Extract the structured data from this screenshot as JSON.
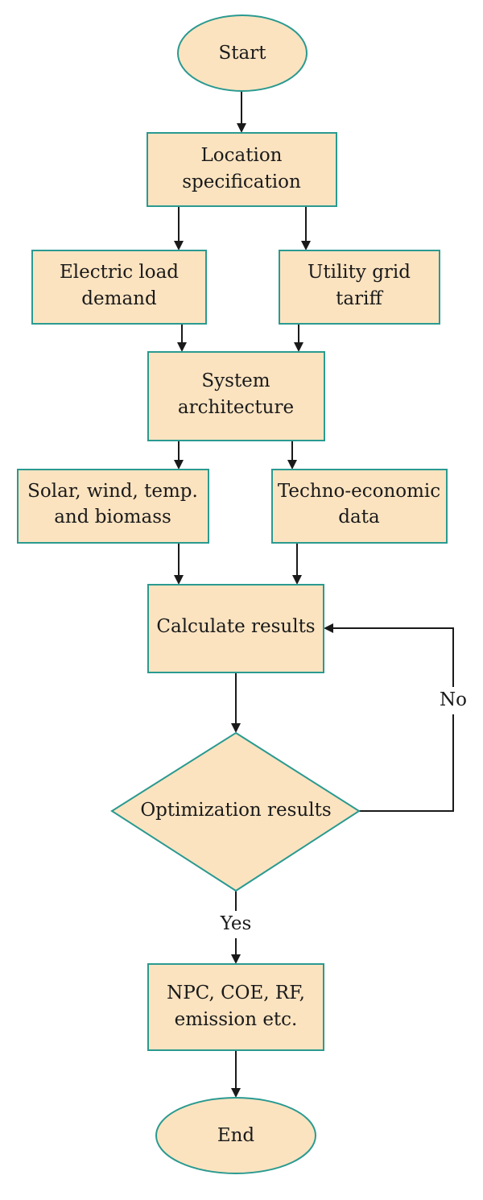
{
  "nodes": {
    "start": {
      "label": "Start"
    },
    "location": {
      "line1": "Location",
      "line2": "specification"
    },
    "load": {
      "line1": "Electric load",
      "line2": "demand"
    },
    "tariff": {
      "line1": "Utility grid",
      "line2": "tariff"
    },
    "architecture": {
      "line1": "System",
      "line2": "architecture"
    },
    "resources": {
      "line1": "Solar, wind, temp.",
      "line2": "and biomass"
    },
    "techno": {
      "line1": "Techno-economic",
      "line2": "data"
    },
    "calculate": {
      "label": "Calculate results"
    },
    "optimization": {
      "label": "Optimization results"
    },
    "outputs": {
      "line1": "NPC, COE, RF,",
      "line2": "emission etc."
    },
    "end": {
      "label": "End"
    }
  },
  "edges": {
    "no_label": "No",
    "yes_label": "Yes"
  },
  "colors": {
    "node_fill": "#fbe3c0",
    "node_border": "#2a9a90",
    "line": "#1a1a1a"
  }
}
